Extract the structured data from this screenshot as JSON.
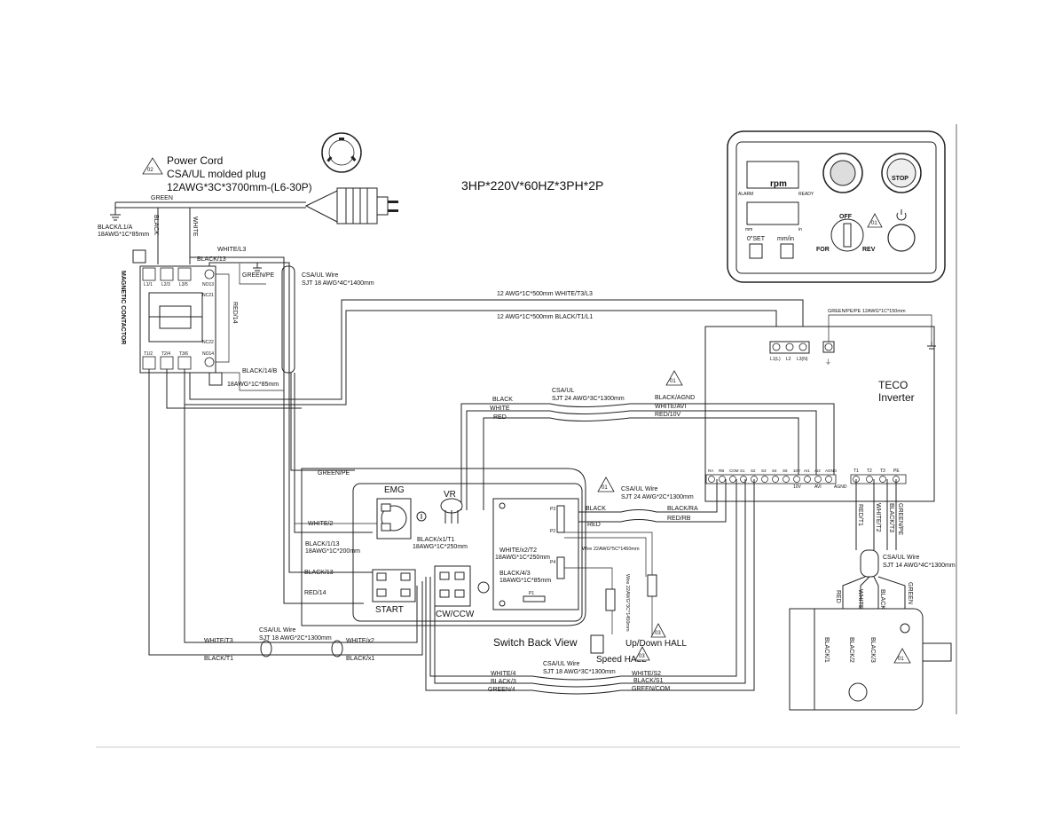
{
  "title": "3HP*220V*60HZ*3PH*2P",
  "power_cord": {
    "heading": "Power Cord",
    "line1": "CSA/UL molded plug",
    "line2": "12AWG*3C*3700mm-(L6-30P)",
    "warn_num": "02"
  },
  "top_wires": {
    "green": "GREEN",
    "black": "BLACK",
    "white": "WHITE",
    "black_l1a": "BLACK/L1/A",
    "black_l1a_spec": "18AWG*1C*85mm",
    "white_l3": "WHITE/L3",
    "black_13": "BLACK/13",
    "green_pe": "GREEN/PE",
    "red_14": "RED/14",
    "black_14b": "BLACK/14/B",
    "black_14b_spec": "18AWG*1C*85mm",
    "csa_wire": "CSA/UL Wire",
    "csa_wire_spec": "SJT 18 AWG*4C*1400mm",
    "white_t3_l3": "12 AWG*1C*500mm WHITE/T3/L3",
    "black_t1_l1": "12 AWG*1C*500mm BLACK/T1/L1",
    "green_pe_top": "GREEN/PE/PE 12AWG*1C*150mm"
  },
  "contactor": {
    "label": "MAGNETIC CONTACTOR",
    "top_terms": [
      "L1/1",
      "L2/3",
      "L3/5",
      "NO13"
    ],
    "mid_terms": [
      "NC21",
      "NC22"
    ],
    "bot_terms": [
      "T1/2",
      "T2/4",
      "T3/6",
      "NO14"
    ]
  },
  "inverter": {
    "name1": "TECO",
    "name2": "Inverter",
    "input_terms": [
      "L1(L)",
      "L2",
      "L3(N)"
    ],
    "ctrl_terms": [
      "RA",
      "RB",
      "COM",
      "S1",
      "S2",
      "S3",
      "S4",
      "S5",
      "10V",
      "AI1",
      "AI2",
      "AGND"
    ],
    "ctrl_sub": [
      "10V",
      "AVI",
      "AGND"
    ],
    "out_terms": [
      "T1",
      "T2",
      "T3",
      "PE"
    ],
    "warn_num": "01"
  },
  "control_cable": {
    "csa": "CSA/UL",
    "spec": "SJT 24 AWG*3C*1300mm",
    "black": "BLACK",
    "white": "WHITE",
    "red": "RED",
    "black_agnd": "BLACK/AGND",
    "white_avi": "WHITE/AVI",
    "red_10v": "RED/10V"
  },
  "relay_cable": {
    "csa": "CSA/UL Wire",
    "spec": "SJT 24 AWG*2C*1300mm",
    "black": "BLACK",
    "red": "RED",
    "black_ra": "BLACK/RA",
    "red_rb": "RED/RB",
    "warn_num": "01"
  },
  "switch_panel": {
    "green_pe": "GREEN/PE",
    "emg": "EMG",
    "vr": "VR",
    "start": "START",
    "cwccw": "CW/CCW",
    "back_view": "Switch Back View",
    "white_2": "WHITE/2",
    "black_1_13": "BLACK/1/13",
    "black_1_13_spec": "18AWG*1C*200mm",
    "black_13": "BLACK/13",
    "red_14": "RED/14",
    "black_x1_t1": "BLACK/x1/T1",
    "black_x1_t1_spec": "18AWG*1C*250mm",
    "white_x2_t2": "WHITE/x2/T2",
    "white_x2_t2_spec": "18AWG*1C*250mm",
    "black_4_3": "BLACK/4/3",
    "black_4_3_spec": "18AWG*1C*85mm",
    "wire_hall": "Wire 22AWG*5C*1450mm",
    "wire_speed": "Wire 22AWG*3C*1450mm",
    "updown_hall": "Up/Down HALL",
    "speed_hall": "Speed HALL",
    "hall_warn1": "03",
    "hall_warn2": "03",
    "p_labels": [
      "P3",
      "P2",
      "P4",
      "P1"
    ]
  },
  "bottom_cables": {
    "csa1": "CSA/UL Wire",
    "spec1": "SJT 18 AWG*2C*1300mm",
    "white_t3": "WHITE/T3",
    "black_t1": "BLACK/T1",
    "white_x2": "WHITE/x2",
    "black_x1": "BLACK/x1",
    "csa2": "CSA/UL Wire",
    "spec2": "SJT 18 AWG*3C*1300mm",
    "white_4": "WHITE/4",
    "black_3": "BLACK/3",
    "green_4": "GREEN/4",
    "white_s2": "WHITE/S2",
    "black_s1": "BLACK/S1",
    "green_com": "GREEN/COM"
  },
  "motor": {
    "red_t1": "RED/T1",
    "white_t2": "WHITE/T2",
    "black_t3": "BLACK/T3",
    "green_pe": "GREEN/PE",
    "csa": "CSA/UL Wire",
    "spec": "SJT 14 AWG*4C*1300mm",
    "red": "RED",
    "white": "WHITE",
    "black": "BLACK",
    "green": "GREEN",
    "black1": "BLACK/1",
    "black2": "BLACK/2",
    "black3": "BLACK/3",
    "warn_num": "01"
  },
  "control_panel": {
    "rpm": "rpm",
    "alarm": "ALARM",
    "ready": "READY",
    "mm": "mm",
    "in": "in",
    "oset": "0\"SET",
    "mmin": "mm/in",
    "stop": "STOP",
    "off": "OFF",
    "for": "FOR",
    "rev": "REV",
    "warn_num": "01"
  }
}
